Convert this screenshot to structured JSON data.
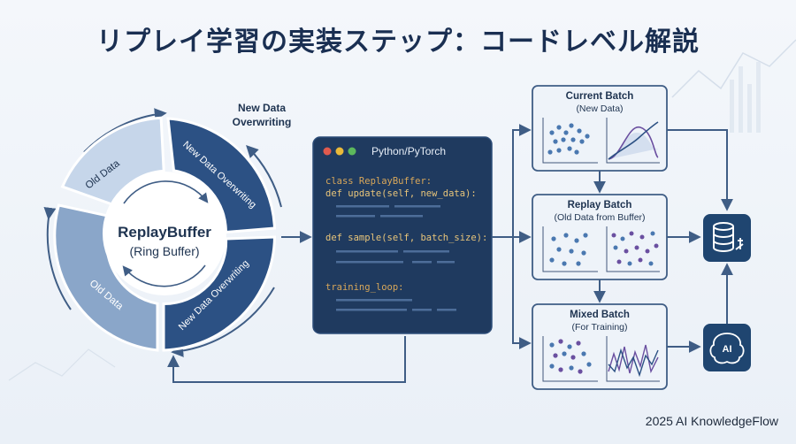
{
  "title": "リプレイ学習の実装ステップ：コードレベル解説",
  "ring_buffer": {
    "name": "ReplayBuffer",
    "subtitle": "(Ring Buffer)",
    "segment_old_top": "Old Data",
    "segment_new_top": "New Data Overwriting",
    "segment_old_bottom": "Old Data",
    "segment_new_bottom": "New Data Overwriting"
  },
  "new_data_note": [
    "New Data",
    "Overwriting"
  ],
  "code_panel": {
    "language": "Python/PyTorch",
    "lines": [
      "class ReplayBuffer:",
      "  def update(self, new_data):",
      "  def sample(self, batch_size):",
      "training_loop:"
    ]
  },
  "batches": {
    "current": {
      "title": "Current Batch",
      "subtitle": "(New Data)"
    },
    "replay": {
      "title": "Replay Batch",
      "subtitle": "(Old Data from Buffer)"
    },
    "mixed": {
      "title": "Mixed Batch",
      "subtitle": "(For Training)"
    }
  },
  "ai_icon_label": "AI",
  "credit": "2025 AI KnowledgeFlow",
  "colors": {
    "dark_navy": "#1f3f66",
    "mid_blue": "#3f6796",
    "light_blue": "#a9c0dc",
    "pale_blue": "#d3e0ef",
    "code_bg": "#1f3a5f",
    "box_bg": "#eef3f9",
    "scatter_blue": "#4a78b0",
    "scatter_purple": "#6a4fa0"
  },
  "icons": [
    "database-update-icon",
    "ai-brain-icon"
  ]
}
